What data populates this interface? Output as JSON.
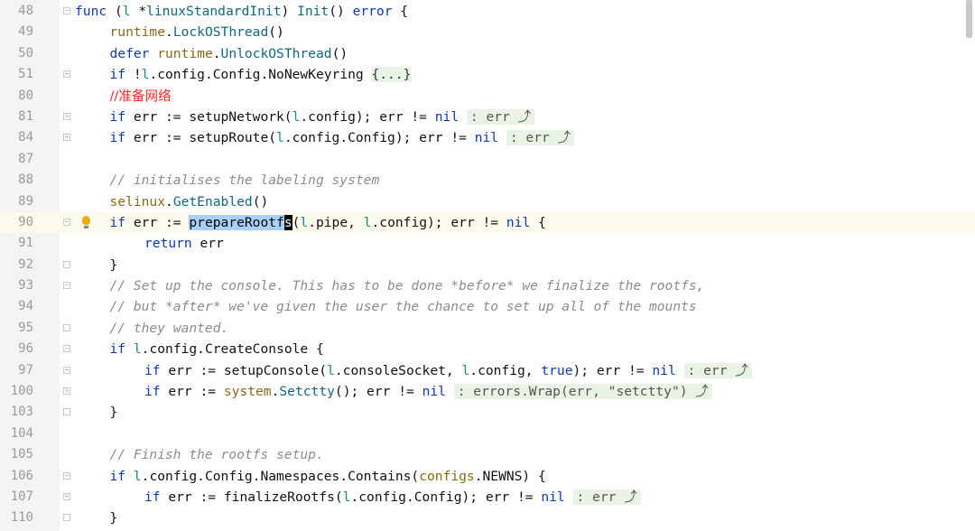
{
  "editor": {
    "lines": [
      {
        "num": "48",
        "indent": 0,
        "marker": "minus",
        "tokens": [
          [
            "kw",
            "func"
          ],
          [
            "plain",
            " ("
          ],
          [
            "recv",
            "l"
          ],
          [
            "plain",
            " *"
          ],
          [
            "fn",
            "linuxStandardInit"
          ],
          [
            "plain",
            ") "
          ],
          [
            "fn",
            "Init"
          ],
          [
            "plain",
            "() "
          ],
          [
            "kw",
            "error"
          ],
          [
            "plain",
            " {"
          ]
        ]
      },
      {
        "num": "49",
        "indent": 1,
        "tokens": [
          [
            "pkg",
            "runtime"
          ],
          [
            "plain",
            "."
          ],
          [
            "fn",
            "LockOSThread"
          ],
          [
            "plain",
            "()"
          ]
        ]
      },
      {
        "num": "50",
        "indent": 1,
        "tokens": [
          [
            "kw",
            "defer"
          ],
          [
            "plain",
            " "
          ],
          [
            "pkg",
            "runtime"
          ],
          [
            "plain",
            "."
          ],
          [
            "fn",
            "UnlockOSThread"
          ],
          [
            "plain",
            "()"
          ]
        ]
      },
      {
        "num": "51",
        "indent": 1,
        "marker": "plus",
        "tokens": [
          [
            "kw",
            "if"
          ],
          [
            "plain",
            " !"
          ],
          [
            "recv",
            "l"
          ],
          [
            "plain",
            ".config.Config.NoNewKeyring "
          ],
          [
            "foldtext",
            "{...}"
          ]
        ]
      },
      {
        "num": "80",
        "indent": 1,
        "tokens": [
          [
            "red",
            "//准备网络"
          ]
        ]
      },
      {
        "num": "81",
        "indent": 1,
        "marker": "plus",
        "tokens": [
          [
            "kw",
            "if"
          ],
          [
            "plain",
            " err := setupNetwork("
          ],
          [
            "recv",
            "l"
          ],
          [
            "plain",
            ".config); err != "
          ],
          [
            "kw",
            "nil"
          ],
          [
            "plain",
            " "
          ],
          [
            "hint",
            ": err ⤴"
          ]
        ]
      },
      {
        "num": "84",
        "indent": 1,
        "marker": "plus",
        "tokens": [
          [
            "kw",
            "if"
          ],
          [
            "plain",
            " err := setupRoute("
          ],
          [
            "recv",
            "l"
          ],
          [
            "plain",
            ".config.Config); err != "
          ],
          [
            "kw",
            "nil"
          ],
          [
            "plain",
            " "
          ],
          [
            "hint",
            ": err ⤴"
          ]
        ]
      },
      {
        "num": "87",
        "indent": 1,
        "tokens": []
      },
      {
        "num": "88",
        "indent": 1,
        "tokens": [
          [
            "cm",
            "// initialises the labeling system"
          ]
        ]
      },
      {
        "num": "89",
        "indent": 1,
        "tokens": [
          [
            "pkg",
            "selinux"
          ],
          [
            "plain",
            "."
          ],
          [
            "fn",
            "GetEnabled"
          ],
          [
            "plain",
            "()"
          ]
        ]
      },
      {
        "num": "90",
        "indent": 1,
        "marker": "minus",
        "current": true,
        "bulb": true,
        "tokens": [
          [
            "kw",
            "if"
          ],
          [
            "plain",
            " err := "
          ],
          [
            "sel",
            "prepareRootf"
          ],
          [
            "cursor",
            "s"
          ],
          [
            "plain",
            "("
          ],
          [
            "recv",
            "l"
          ],
          [
            "plain",
            ".pipe, "
          ],
          [
            "recv",
            "l"
          ],
          [
            "plain",
            ".config); err != "
          ],
          [
            "kw",
            "nil"
          ],
          [
            "plain",
            " {"
          ]
        ]
      },
      {
        "num": "91",
        "indent": 2,
        "tokens": [
          [
            "kw",
            "return"
          ],
          [
            "plain",
            " err"
          ]
        ]
      },
      {
        "num": "92",
        "indent": 1,
        "marker": "end",
        "tokens": [
          [
            "plain",
            "}"
          ]
        ]
      },
      {
        "num": "93",
        "indent": 1,
        "marker": "minus",
        "tokens": [
          [
            "cm",
            "// Set up the console. This has to be done *before* we finalize the rootfs,"
          ]
        ]
      },
      {
        "num": "94",
        "indent": 1,
        "tokens": [
          [
            "cm",
            "// but *after* we've given the user the chance to set up all of the mounts"
          ]
        ]
      },
      {
        "num": "95",
        "indent": 1,
        "marker": "end",
        "tokens": [
          [
            "cm",
            "// they wanted."
          ]
        ]
      },
      {
        "num": "96",
        "indent": 1,
        "marker": "minus",
        "tokens": [
          [
            "kw",
            "if"
          ],
          [
            "plain",
            " "
          ],
          [
            "recv",
            "l"
          ],
          [
            "plain",
            ".config.CreateConsole {"
          ]
        ]
      },
      {
        "num": "97",
        "indent": 2,
        "marker": "plus",
        "tokens": [
          [
            "kw",
            "if"
          ],
          [
            "plain",
            " err := setupConsole("
          ],
          [
            "recv",
            "l"
          ],
          [
            "plain",
            ".consoleSocket, "
          ],
          [
            "recv",
            "l"
          ],
          [
            "plain",
            ".config, "
          ],
          [
            "kw",
            "true"
          ],
          [
            "plain",
            "); err != "
          ],
          [
            "kw",
            "nil"
          ],
          [
            "plain",
            " "
          ],
          [
            "hint",
            ": err ⤴"
          ]
        ]
      },
      {
        "num": "100",
        "indent": 2,
        "marker": "plus",
        "tokens": [
          [
            "kw",
            "if"
          ],
          [
            "plain",
            " err := "
          ],
          [
            "pkg",
            "system"
          ],
          [
            "plain",
            "."
          ],
          [
            "fn",
            "Setctty"
          ],
          [
            "plain",
            "(); err != "
          ],
          [
            "kw",
            "nil"
          ],
          [
            "plain",
            " "
          ],
          [
            "hint",
            ": errors.Wrap(err, \"setctty\") ⤴"
          ]
        ]
      },
      {
        "num": "103",
        "indent": 1,
        "marker": "end",
        "tokens": [
          [
            "plain",
            "}"
          ]
        ]
      },
      {
        "num": "104",
        "indent": 1,
        "tokens": []
      },
      {
        "num": "105",
        "indent": 1,
        "tokens": [
          [
            "cm",
            "// Finish the rootfs setup."
          ]
        ]
      },
      {
        "num": "106",
        "indent": 1,
        "marker": "minus",
        "tokens": [
          [
            "kw",
            "if"
          ],
          [
            "plain",
            " "
          ],
          [
            "recv",
            "l"
          ],
          [
            "plain",
            ".config.Config.Namespaces.Contains("
          ],
          [
            "pkg",
            "configs"
          ],
          [
            "plain",
            ".NEWNS) {"
          ]
        ]
      },
      {
        "num": "107",
        "indent": 2,
        "marker": "plus",
        "tokens": [
          [
            "kw",
            "if"
          ],
          [
            "plain",
            " err := finalizeRootfs("
          ],
          [
            "recv",
            "l"
          ],
          [
            "plain",
            ".config.Config); err != "
          ],
          [
            "kw",
            "nil"
          ],
          [
            "plain",
            " "
          ],
          [
            "hint",
            ": err ⤴"
          ]
        ]
      },
      {
        "num": "110",
        "indent": 1,
        "marker": "end",
        "tokens": [
          [
            "plain",
            "}"
          ]
        ]
      }
    ]
  }
}
